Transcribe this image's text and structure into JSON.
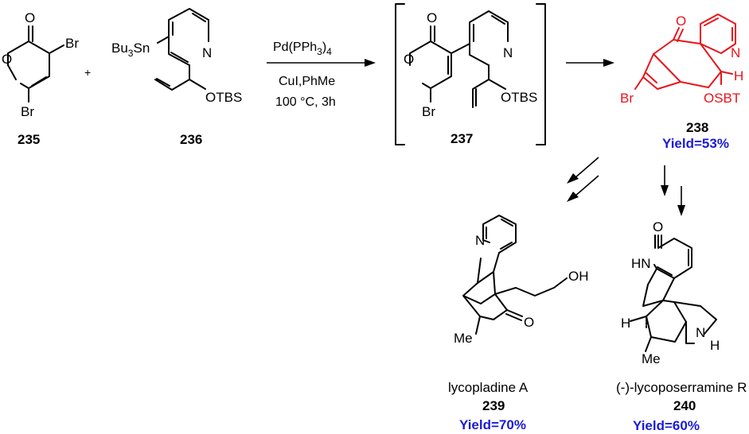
{
  "compounds": {
    "c235": {
      "label": "235",
      "atoms": {
        "o_carbonyl": "O",
        "o_ring": "O",
        "br_top": "Br",
        "br_bottom": "Br"
      }
    },
    "c236": {
      "label": "236",
      "atoms": {
        "n": "N",
        "tin": "Bu",
        "tin_sub": "3",
        "tin_tail": "Sn",
        "otbs": "OTBS"
      }
    },
    "c237": {
      "label": "237",
      "atoms": {
        "o_carbonyl": "O",
        "o_ring": "O",
        "n": "N",
        "br": "Br",
        "otbs": "OTBS"
      }
    },
    "c238": {
      "label": "238",
      "yield": "Yield=53%",
      "atoms": {
        "o": "O",
        "n": "N",
        "br": "Br",
        "h": "H",
        "osbt": "OSBT"
      }
    },
    "c239": {
      "name": "lycopladine A",
      "label": "239",
      "yield": "Yield=70%",
      "atoms": {
        "n": "N",
        "oh": "OH",
        "o": "O",
        "me": "Me"
      }
    },
    "c240": {
      "name": "(-)-lycoposerramine R",
      "label": "240",
      "yield": "Yield=60%",
      "atoms": {
        "o": "O",
        "hn": "HN",
        "n": "N",
        "h_n": "H",
        "h_left": "H",
        "me": "Me"
      }
    }
  },
  "plus": "+",
  "conditions": {
    "reagent_main": "Pd(PPh",
    "reagent_sub": "3",
    "reagent_tail": ")",
    "reagent_sub2": "4",
    "line2": "CuI,PhMe",
    "line3": "100 °C, 3h"
  }
}
